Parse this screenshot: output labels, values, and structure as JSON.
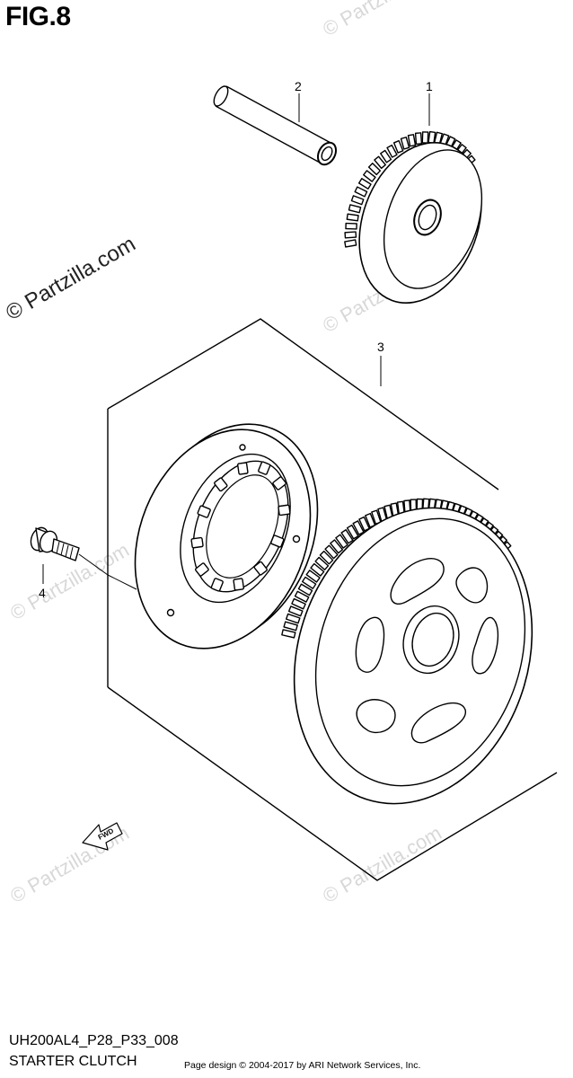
{
  "figure": {
    "title": "FIG.8",
    "code": "UH200AL4_P28_P33_008",
    "section": "STARTER CLUTCH",
    "copyright": "Page design © 2004-2017 by ARI Network Services, Inc."
  },
  "watermark": {
    "main": "© Partzilla.com",
    "faint": "© Partzilla.com"
  },
  "callouts": [
    {
      "id": "1",
      "label": "1"
    },
    {
      "id": "2",
      "label": "2"
    },
    {
      "id": "3",
      "label": "3"
    },
    {
      "id": "4",
      "label": "4"
    }
  ],
  "fwd_arrow": {
    "label": "FWD"
  }
}
